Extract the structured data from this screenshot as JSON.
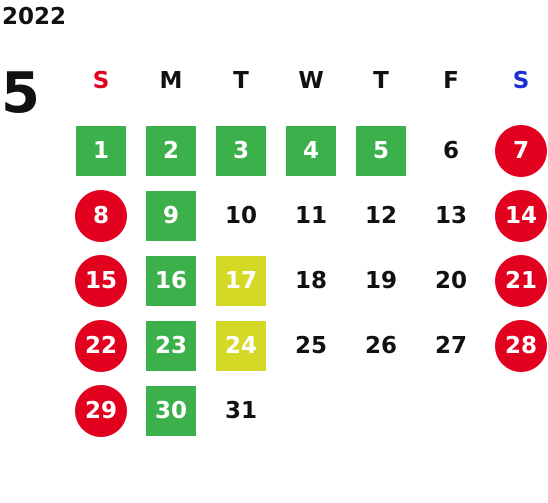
{
  "calendar": {
    "year": "2022",
    "month": "5",
    "weekdays": [
      {
        "label": "S",
        "color": "#e2001f"
      },
      {
        "label": "M",
        "color": "#111111"
      },
      {
        "label": "T",
        "color": "#111111"
      },
      {
        "label": "W",
        "color": "#111111"
      },
      {
        "label": "T",
        "color": "#111111"
      },
      {
        "label": "F",
        "color": "#111111"
      },
      {
        "label": "S",
        "color": "#1d2fd6"
      }
    ],
    "colors": {
      "green": "#3cb04a",
      "yellow": "#d3d925",
      "red": "#e2001f"
    },
    "days": [
      {
        "label": "1",
        "style": "green"
      },
      {
        "label": "2",
        "style": "green"
      },
      {
        "label": "3",
        "style": "green"
      },
      {
        "label": "4",
        "style": "green"
      },
      {
        "label": "5",
        "style": "green"
      },
      {
        "label": "6",
        "style": "plain"
      },
      {
        "label": "7",
        "style": "red"
      },
      {
        "label": "8",
        "style": "red"
      },
      {
        "label": "9",
        "style": "green"
      },
      {
        "label": "10",
        "style": "plain"
      },
      {
        "label": "11",
        "style": "plain"
      },
      {
        "label": "12",
        "style": "plain"
      },
      {
        "label": "13",
        "style": "plain"
      },
      {
        "label": "14",
        "style": "red"
      },
      {
        "label": "15",
        "style": "red"
      },
      {
        "label": "16",
        "style": "green"
      },
      {
        "label": "17",
        "style": "yellow"
      },
      {
        "label": "18",
        "style": "plain"
      },
      {
        "label": "19",
        "style": "plain"
      },
      {
        "label": "20",
        "style": "plain"
      },
      {
        "label": "21",
        "style": "red"
      },
      {
        "label": "22",
        "style": "red"
      },
      {
        "label": "23",
        "style": "green"
      },
      {
        "label": "24",
        "style": "yellow"
      },
      {
        "label": "25",
        "style": "plain"
      },
      {
        "label": "26",
        "style": "plain"
      },
      {
        "label": "27",
        "style": "plain"
      },
      {
        "label": "28",
        "style": "red"
      },
      {
        "label": "29",
        "style": "red"
      },
      {
        "label": "30",
        "style": "green"
      },
      {
        "label": "31",
        "style": "plain"
      }
    ]
  }
}
